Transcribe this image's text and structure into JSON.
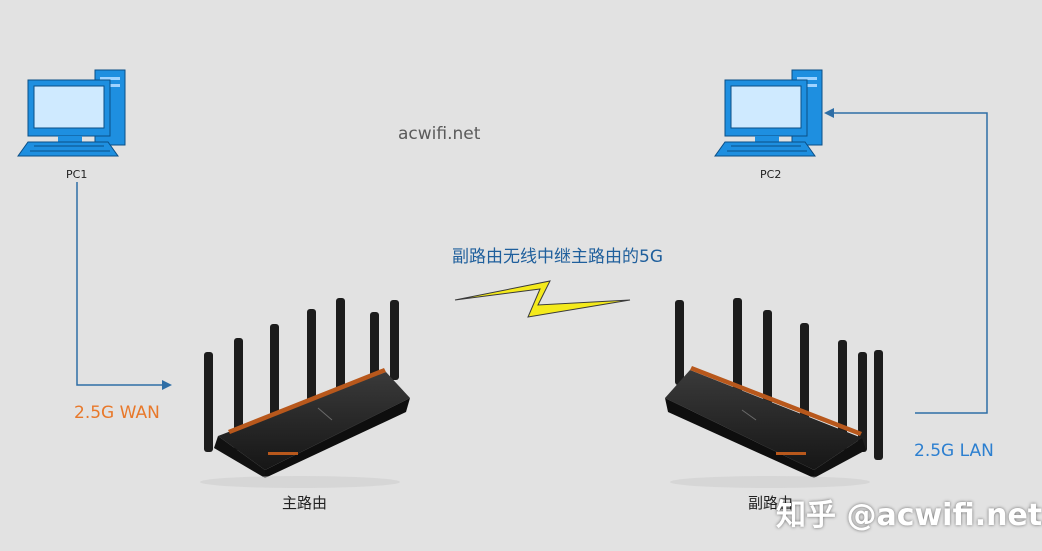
{
  "watermark": "acwifi.net",
  "pcs": {
    "left_label": "PC1",
    "right_label": "PC2"
  },
  "links": {
    "wireless_label": "副路由无线中继主路由的5G",
    "wan_label": "2.5G WAN",
    "lan_label": "2.5G LAN"
  },
  "routers": {
    "main_label": "主路由",
    "sub_label": "副路由"
  },
  "footer": {
    "attribution": "知乎 @acwifi.net"
  },
  "colors": {
    "background": "#e2e2e2",
    "wire": "#2e6ea6",
    "wan_label": "#e8782a",
    "lan_label": "#2c7fd0",
    "wireless_label": "#1f5f9c",
    "lightning": "#f4ea1c",
    "monitor": "#1e8fe0",
    "router_body": "#1c1c1c",
    "router_accent": "#b8581c"
  }
}
